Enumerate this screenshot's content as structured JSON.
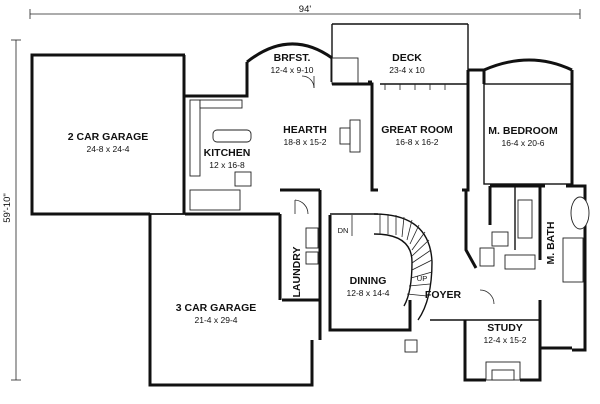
{
  "dimensions": {
    "width_label": "94'",
    "depth_label": "59'-10\""
  },
  "rooms": {
    "garage2": {
      "name": "2 CAR GARAGE",
      "size": "24-8 x 24-4"
    },
    "brfst": {
      "name": "BRFST.",
      "size": "12-4 x 9-10"
    },
    "deck": {
      "name": "DECK",
      "size": "23-4 x 10"
    },
    "kitchen": {
      "name": "KITCHEN",
      "size": "12 x 16-8"
    },
    "hearth": {
      "name": "HEARTH",
      "size": "18-8 x 15-2"
    },
    "great_room": {
      "name": "GREAT ROOM",
      "size": "16-8 x 16-2"
    },
    "m_bedroom": {
      "name": "M. BEDROOM",
      "size": "16-4 x 20-6"
    },
    "m_bath": {
      "name": "M. BATH"
    },
    "laundry": {
      "name": "LAUNDRY"
    },
    "dining": {
      "name": "DINING",
      "size": "12-8 x 14-4"
    },
    "foyer": {
      "name": "FOYER"
    },
    "garage3": {
      "name": "3 CAR GARAGE",
      "size": "21-4 x 29-4"
    },
    "study": {
      "name": "STUDY",
      "size": "12-4 x 15-2"
    }
  },
  "stairs": {
    "down_label": "DN",
    "up_label": "UP"
  }
}
